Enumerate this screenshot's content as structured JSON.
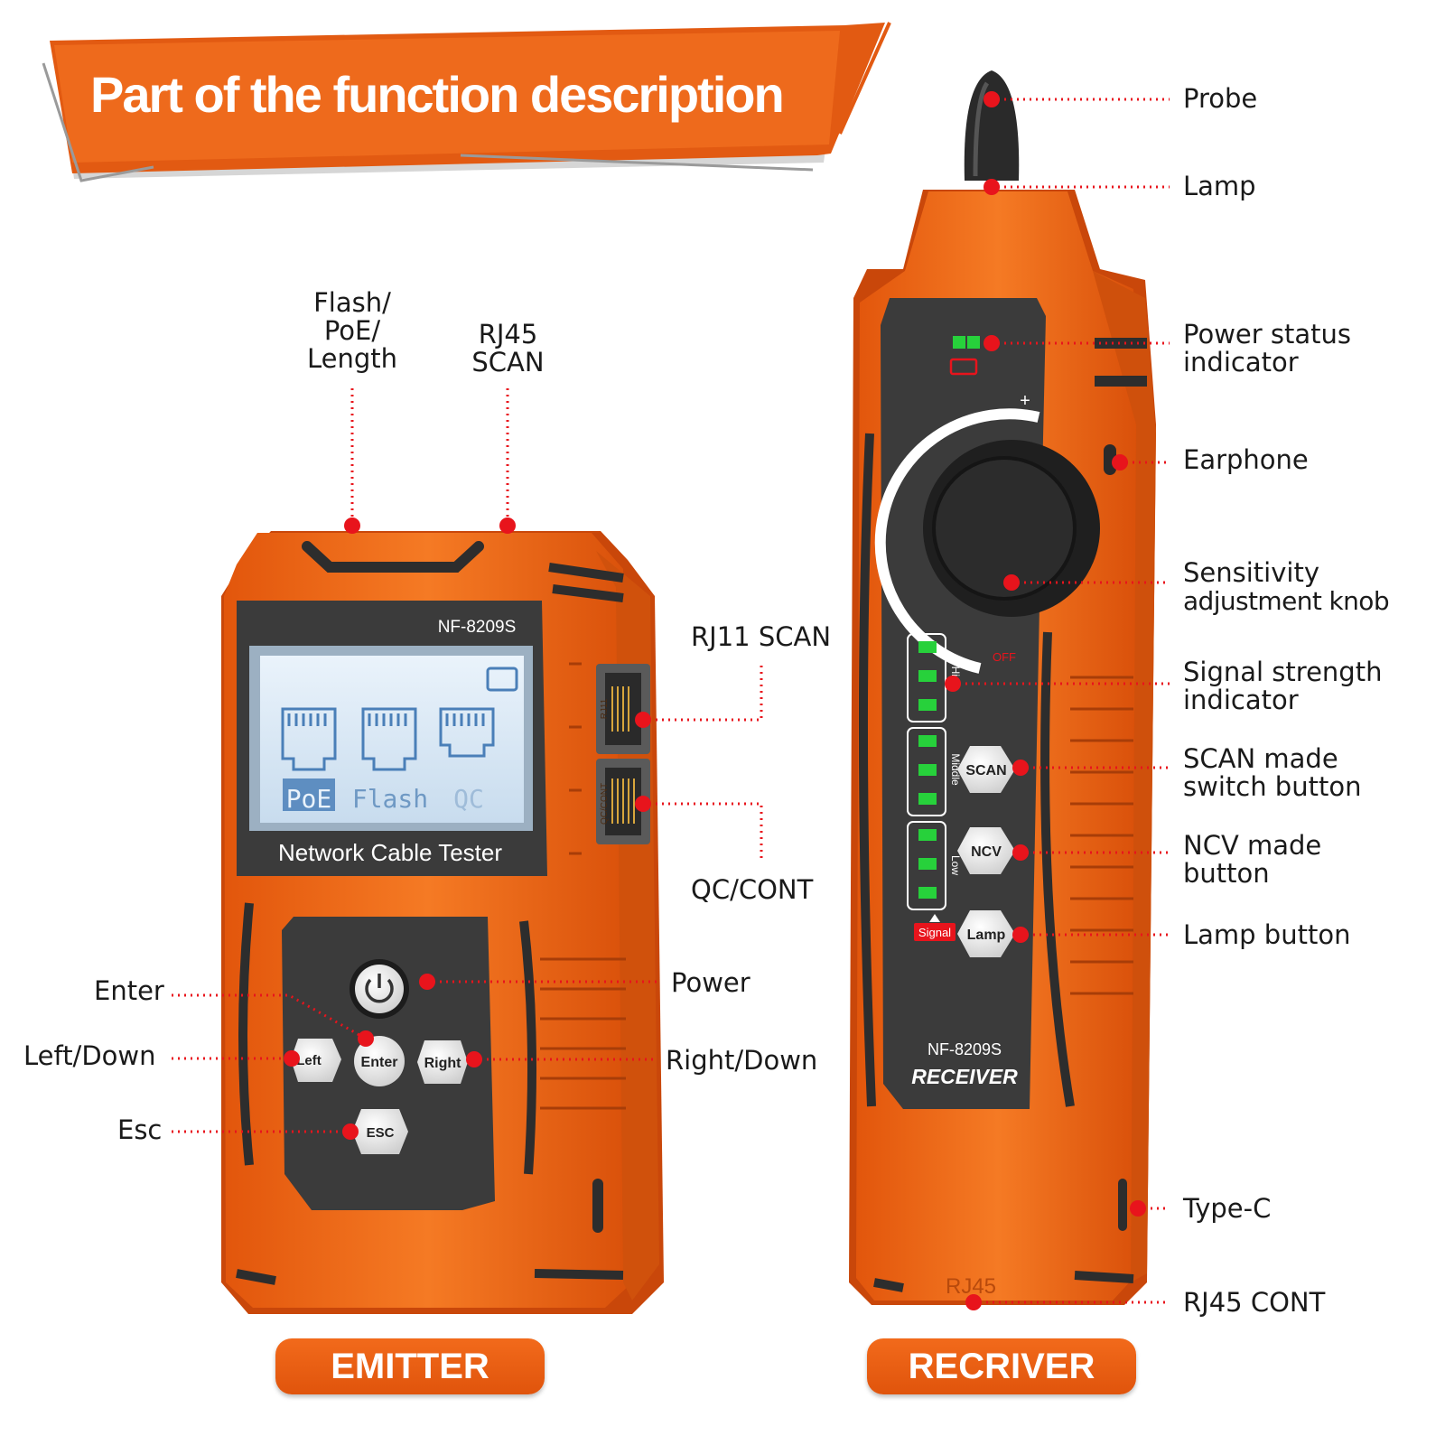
{
  "banner": {
    "title": "Part of the function description",
    "color": "#e85d14"
  },
  "emitter": {
    "model": "NF-8209S",
    "name": "Network Cable Tester",
    "screen_modes": [
      "PoE",
      "Flash",
      "QC"
    ],
    "port_labels": [
      "RJ11",
      "QC/CONT"
    ],
    "buttons": {
      "left": "Left",
      "enter": "Enter",
      "right": "Right",
      "esc": "ESC"
    },
    "section_label": "EMITTER"
  },
  "receiver": {
    "model": "NF-8209S",
    "name": "RECEIVER",
    "knob_marks": {
      "plus": "+",
      "off": "OFF"
    },
    "level_labels": [
      "High",
      "Middle",
      "Low"
    ],
    "signal_label": "Signal",
    "buttons": {
      "scan": "SCAN",
      "ncv": "NCV",
      "lamp": "Lamp"
    },
    "bottom_mark": "RJ45",
    "section_label": "RECRIVER"
  },
  "callouts": {
    "flash_poe_length": [
      "Flash/",
      "PoE/",
      "Length"
    ],
    "rj45_scan": [
      "RJ45",
      "SCAN"
    ],
    "rj11_scan": "RJ11 SCAN",
    "qc_cont": "QC/CONT",
    "power": "Power",
    "right_down": "Right/Down",
    "enter": "Enter",
    "left_down": "Left/Down",
    "esc": "Esc",
    "probe": "Probe",
    "lamp": "Lamp",
    "power_status": [
      "Power status",
      "indicator"
    ],
    "earphone": "Earphone",
    "sensitivity": [
      "Sensitivity",
      "adjustment knob"
    ],
    "signal_strength": [
      "Signal strength",
      "indicator"
    ],
    "scan_switch": [
      "SCAN made",
      "switch button"
    ],
    "ncv_button": [
      "NCV made",
      "button"
    ],
    "lamp_button": "Lamp button",
    "type_c": "Type-C",
    "rj45_cont": "RJ45 CONT"
  },
  "colors": {
    "accent": "#e8650f",
    "dot": "#e8141c",
    "panel": "#3b3b3b",
    "led": "#27d13b"
  }
}
